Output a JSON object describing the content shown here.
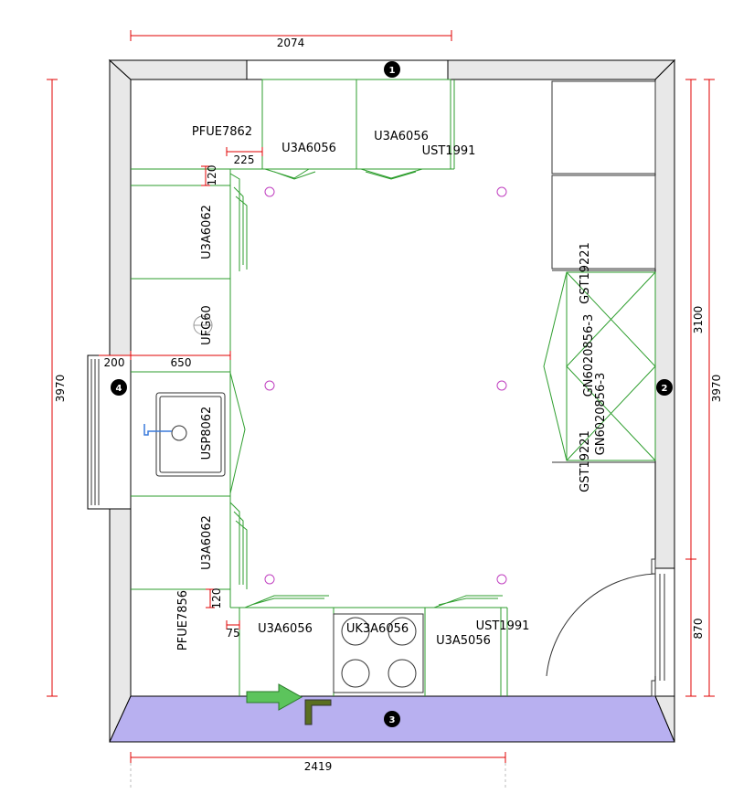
{
  "dimensions": {
    "top_width": "2074",
    "bottom_width": "2419",
    "left_height": "3970",
    "right_height": "3970",
    "right_upper": "3100",
    "right_lower": "870",
    "window_offset": "200",
    "sink_offset": "650",
    "top_gap": "225",
    "top_depth_gap": "120",
    "bottom_depth_gap": "120",
    "bottom_gap": "75"
  },
  "wall_markers": [
    "1",
    "2",
    "3",
    "4"
  ],
  "cabinets": {
    "top_left_end": "PFUE7862",
    "top_1": "U3A6056",
    "top_2": "U3A6056",
    "top_corner": "UST1991",
    "left_upper": "U3A6062",
    "left_filler": "UFG60",
    "sink": "USP8062",
    "left_lower": "U3A6062",
    "bottom_left_end": "PFUE7856",
    "bottom_1": "U3A6056",
    "hob": "UK3A6056",
    "bottom_2": "U3A5056",
    "bottom_corner": "UST1991",
    "right_gst_upper": "GST19221",
    "right_gn_upper": "GN6020856-3",
    "right_gn_lower": "GN6020856-3",
    "right_gst_lower": "GST19221"
  },
  "colors": {
    "dimension_line": "#e00000",
    "cabinet_outline": "#2e9e2e",
    "floor_highlight": "#b8b0f0",
    "arrow": "#5cc45c",
    "light_point": "#c040c0"
  }
}
